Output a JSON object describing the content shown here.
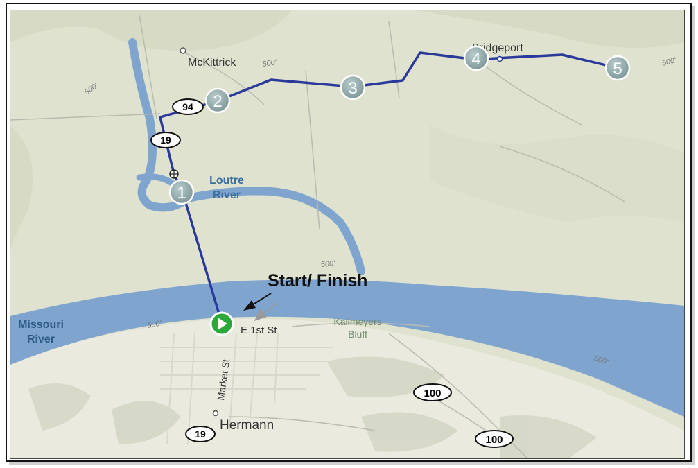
{
  "title": "Start/ Finish",
  "places": {
    "mckittrick": "McKittrick",
    "bridgeport": "Bridgeport",
    "hermann": "Hermann",
    "kallmeyers_bluff_1": "Kallmeyers",
    "kallmeyers_bluff_2": "Bluff"
  },
  "water": {
    "loutre_1": "Loutre",
    "loutre_2": "River",
    "missouri_1": "Missouri",
    "missouri_2": "River"
  },
  "streets": {
    "e_1st_st": "E 1st St",
    "market_st": "Market St"
  },
  "highways": {
    "hwy94": "94",
    "hwy19_north": "19",
    "hwy19_south": "19",
    "hwy100_a": "100",
    "hwy100_b": "100"
  },
  "elevations": {
    "e500_a": "500'",
    "e500_b": "500'",
    "e500_c": "500'",
    "e500_d": "500'",
    "e500_e": "500'",
    "e500_f": "500'"
  },
  "waypoints": [
    "1",
    "2",
    "3",
    "4",
    "5"
  ],
  "colors": {
    "route": "#2b3a9a",
    "water": "#7fa5cf",
    "land": "#dfe2cf",
    "town": "#f0efe8",
    "waypoint": "#8fa8a9",
    "start": "#2aa83a"
  },
  "icons": {
    "start": "play-marker-icon",
    "arrow": "pointer-arrow-icon",
    "junction": "crosshair-junction-icon"
  }
}
